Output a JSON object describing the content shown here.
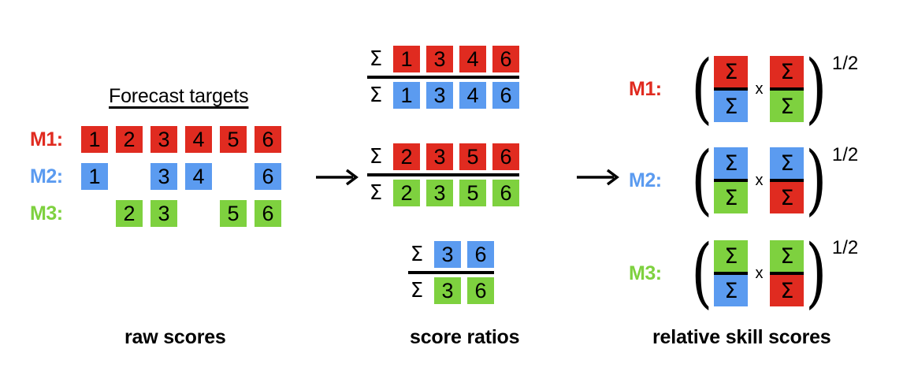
{
  "colors": {
    "red": "#e02b20",
    "blue": "#5b9bf0",
    "green": "#7ed13f",
    "black": "#000000",
    "background": "#ffffff"
  },
  "panels": {
    "raw_scores": {
      "header": "Forecast targets",
      "caption": "raw scores",
      "columns": [
        "1",
        "2",
        "3",
        "4",
        "5",
        "6"
      ],
      "rows": [
        {
          "label": "M1:",
          "color": "red",
          "cells": [
            {
              "value": "1",
              "present": true
            },
            {
              "value": "2",
              "present": true
            },
            {
              "value": "3",
              "present": true
            },
            {
              "value": "4",
              "present": true
            },
            {
              "value": "5",
              "present": true
            },
            {
              "value": "6",
              "present": true
            }
          ]
        },
        {
          "label": "M2:",
          "color": "blue",
          "cells": [
            {
              "value": "1",
              "present": true
            },
            {
              "value": "2",
              "present": false
            },
            {
              "value": "3",
              "present": true
            },
            {
              "value": "4",
              "present": true
            },
            {
              "value": "5",
              "present": false
            },
            {
              "value": "6",
              "present": true
            }
          ]
        },
        {
          "label": "M3:",
          "color": "green",
          "cells": [
            {
              "value": "1",
              "present": false
            },
            {
              "value": "2",
              "present": true
            },
            {
              "value": "3",
              "present": true
            },
            {
              "value": "4",
              "present": false
            },
            {
              "value": "5",
              "present": true
            },
            {
              "value": "6",
              "present": true
            }
          ]
        }
      ]
    },
    "score_ratios": {
      "caption": "score ratios",
      "sigma": "Σ",
      "fractions": [
        {
          "numerator": {
            "color": "red",
            "values": [
              "1",
              "3",
              "4",
              "6"
            ]
          },
          "denominator": {
            "color": "blue",
            "values": [
              "1",
              "3",
              "4",
              "6"
            ]
          }
        },
        {
          "numerator": {
            "color": "red",
            "values": [
              "2",
              "3",
              "5",
              "6"
            ]
          },
          "denominator": {
            "color": "green",
            "values": [
              "2",
              "3",
              "5",
              "6"
            ]
          }
        },
        {
          "numerator": {
            "color": "blue",
            "values": [
              "3",
              "6"
            ]
          },
          "denominator": {
            "color": "green",
            "values": [
              "3",
              "6"
            ]
          }
        }
      ]
    },
    "relative_skill": {
      "caption": "relative skill scores",
      "sigma": "Σ",
      "times": "x",
      "exponent": "1/2",
      "paren_left": "(",
      "paren_right": ")",
      "rows": [
        {
          "label": "M1:",
          "color": "red",
          "term1": {
            "numerator": "red",
            "denominator": "blue"
          },
          "term2": {
            "numerator": "red",
            "denominator": "green"
          }
        },
        {
          "label": "M2:",
          "color": "blue",
          "term1": {
            "numerator": "blue",
            "denominator": "green"
          },
          "term2": {
            "numerator": "blue",
            "denominator": "red"
          }
        },
        {
          "label": "M3:",
          "color": "green",
          "term1": {
            "numerator": "green",
            "denominator": "blue"
          },
          "term2": {
            "numerator": "green",
            "denominator": "red"
          }
        }
      ]
    }
  },
  "arrows": [
    {
      "name": "arrow-raw-to-ratios"
    },
    {
      "name": "arrow-ratios-to-skill"
    }
  ]
}
